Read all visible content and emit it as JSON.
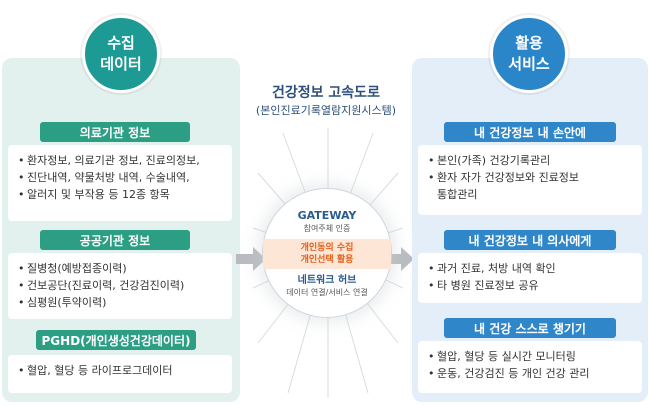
{
  "left": {
    "circle": {
      "line1": "수집",
      "line2": "데이터"
    },
    "sections": [
      {
        "title": "의료기관 정보",
        "items": [
          "환자정보, 의료기관 정보, 진료의정보,",
          "진단내역, 약물처방 내역, 수술내역,",
          "알러지 및 부작용 등 12종 항목"
        ]
      },
      {
        "title": "공공기관 정보",
        "items": [
          "질병청(예방접종이력)",
          "건보공단(진료이력, 건강검진이력)",
          "심평원(투약이력)"
        ]
      },
      {
        "title": "PGHD(개인생성건강데이터)",
        "items": [
          "혈압, 혈당 등 라이프로그데이터"
        ]
      }
    ]
  },
  "center": {
    "title": "건강정보 고속도로",
    "subtitle": "(본인진료기록열람지원시스템)",
    "hub": {
      "gateway": "GATEWAY",
      "gateway_sub": "참여주체 인증",
      "mid_line1": "개인동의 수집",
      "mid_line2": "개인선택 활용",
      "network": "네트워크 허브",
      "network_sub": "데이터 연결/서비스 연결"
    }
  },
  "right": {
    "circle": {
      "line1": "활용",
      "line2": "서비스"
    },
    "sections": [
      {
        "title": "내 건강정보 내 손안에",
        "items": [
          "본인(가족) 건강기록관리",
          "환자 자가 건강정보와 진료정보",
          "통합관리"
        ]
      },
      {
        "title": "내 건강정보 내 의사에게",
        "items": [
          "과거 진료, 처방 내역 확인",
          "타 병원 진료정보 공유"
        ]
      },
      {
        "title": "내 건강 스스로 챙기기",
        "items": [
          "혈압, 혈당 등 실시간 모니터링",
          "운동, 건강검진 등 개인 건강 관리"
        ]
      }
    ]
  },
  "colors": {
    "green": "#2b9e84",
    "blue": "#2f87c9",
    "teal_circle": "#1d9a94",
    "blue_circle": "#2a86c8",
    "orange": "#e2611d",
    "navy": "#2d4f7b"
  }
}
